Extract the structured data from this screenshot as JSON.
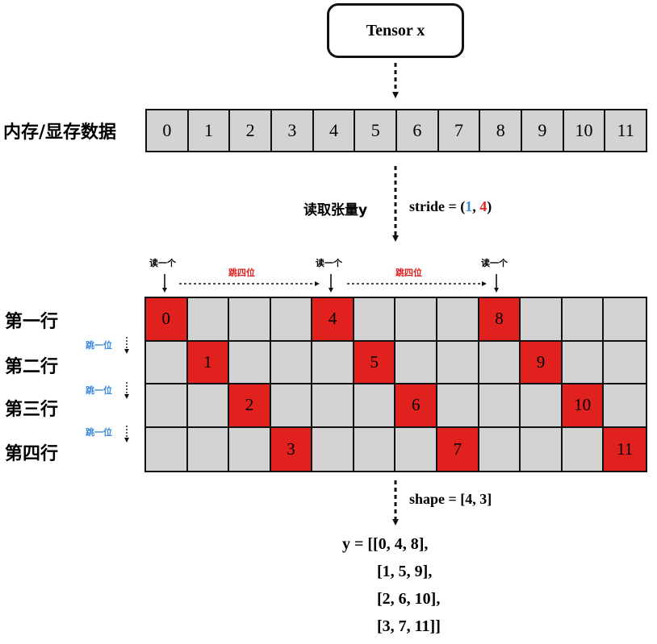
{
  "tensor_label": "Tensor x",
  "memory": {
    "label": "内存/显存数据",
    "cells": [
      "0",
      "1",
      "2",
      "3",
      "4",
      "5",
      "6",
      "7",
      "8",
      "9",
      "10",
      "11"
    ]
  },
  "read": {
    "label": "读取张量y",
    "stride_prefix": "stride = (",
    "stride_a": "1",
    "stride_sep": ", ",
    "stride_b": "4",
    "stride_suffix": ")"
  },
  "top_annotations": {
    "read_one": "读一个",
    "jump_four": "跳四位"
  },
  "side_annotation": "跳一位",
  "row_labels": [
    "第一行",
    "第二行",
    "第三行",
    "第四行"
  ],
  "grid_values": [
    [
      "0",
      "",
      "",
      "",
      "4",
      "",
      "",
      "",
      "8",
      "",
      "",
      ""
    ],
    [
      "",
      "1",
      "",
      "",
      "",
      "5",
      "",
      "",
      "",
      "9",
      "",
      ""
    ],
    [
      "",
      "",
      "2",
      "",
      "",
      "",
      "6",
      "",
      "",
      "",
      "10",
      ""
    ],
    [
      "",
      "",
      "",
      "3",
      "",
      "",
      "",
      "7",
      "",
      "",
      "",
      "11"
    ]
  ],
  "shape_label": "shape = [4, 3]",
  "result_lines": [
    "y = [[0, 4, 8],",
    "[1, 5, 9],",
    "[2, 6, 10],",
    "[3, 7, 11]]"
  ],
  "colors": {
    "highlight": "#e0211d",
    "cell": "#d3d3d3",
    "stride_first": "#3c8ad8",
    "stride_second": "#e0211d"
  }
}
